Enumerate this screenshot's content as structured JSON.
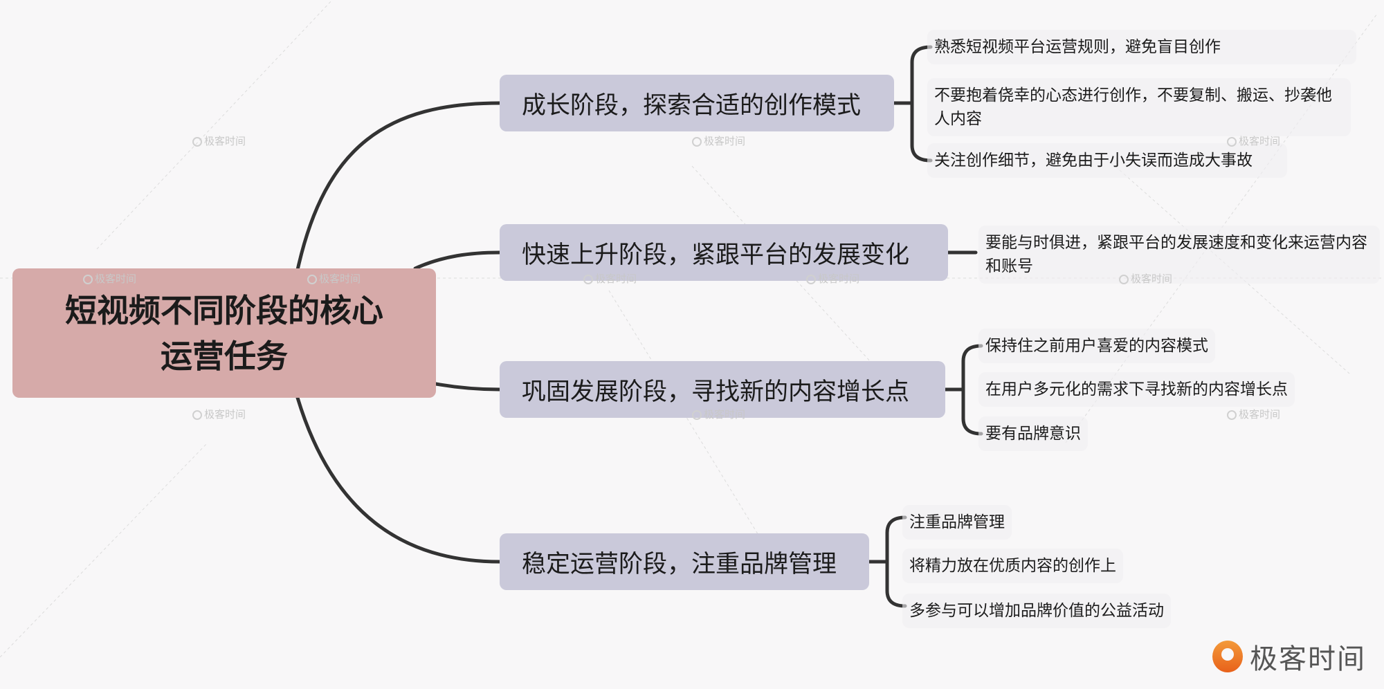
{
  "root": {
    "title": "短视频不同阶段的核心运营任务"
  },
  "branches": [
    {
      "label": "成长阶段，探索合适的创作模式",
      "leaves": [
        "熟悉短视频平台运营规则，避免盲目创作",
        "不要抱着侥幸的心态进行创作，不要复制、搬运、抄袭他人内容",
        "关注创作细节，避免由于小失误而造成大事故"
      ]
    },
    {
      "label": "快速上升阶段，紧跟平台的发展变化",
      "leaves": [
        "要能与时俱进，紧跟平台的发展速度和变化来运营内容和账号"
      ]
    },
    {
      "label": "巩固发展阶段，寻找新的内容增长点",
      "leaves": [
        "保持住之前用户喜爱的内容模式",
        "在用户多元化的需求下寻找新的内容增长点",
        "要有品牌意识"
      ]
    },
    {
      "label": "稳定运营阶段，注重品牌管理",
      "leaves": [
        "注重品牌管理",
        "将精力放在优质内容的创作上",
        "多参与可以增加品牌价值的公益活动"
      ]
    }
  ],
  "watermark": "极客时间",
  "logo": {
    "text": "极客时间",
    "color": "#e8681f"
  },
  "colors": {
    "root": "#d6aaa9",
    "branch": "#cac9da",
    "line": "#333333"
  }
}
